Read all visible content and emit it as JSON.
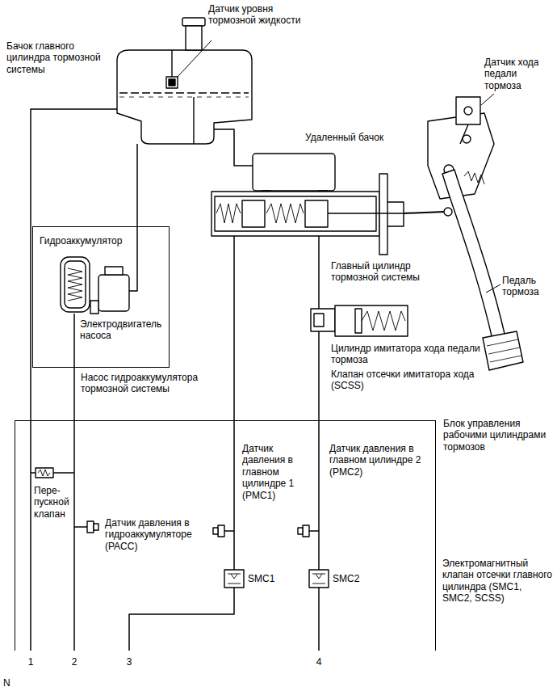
{
  "diagram": {
    "nodes": [
      {
        "text": [
          "Гидроаккумулятор",
          "Электродвигатель насоса"
        ]
      },
      {
        "text": [
          "Блок управления рабочими цилиндрами тормозов"
        ]
      }
    ],
    "edges": [
      {
        "from": 0,
        "to": 1,
        "arrow": "none"
      }
    ],
    "labels": [
      "Датчик уровня тормозной жидкости",
      "Бачок главного цилиндра тормозной системы",
      "Датчик хода педали тормоза",
      "Удаленный бачок",
      "Насос гидроаккумулятора тормозной системы",
      "Главный цилиндр тормозной системы",
      "Педаль тормоза",
      "Цилиндр имитатора хода педали тормоза",
      "Клапан отсечки имитатора хода (SCSS)",
      "Датчик давления в главном цилиндре 1 (PMC1)",
      "Датчик давления в главном цилиндре 2 (PMC2)",
      "Пере- пускной клапан",
      "Датчик давления в гидроаккумуляторе (PACC)",
      "SMC1",
      "SMC2",
      "Электромагнитный клапан отсечки главного цилиндра (SMC1, SMC2, SCSS)",
      "1",
      "2",
      "3",
      "4",
      "N"
    ]
  }
}
